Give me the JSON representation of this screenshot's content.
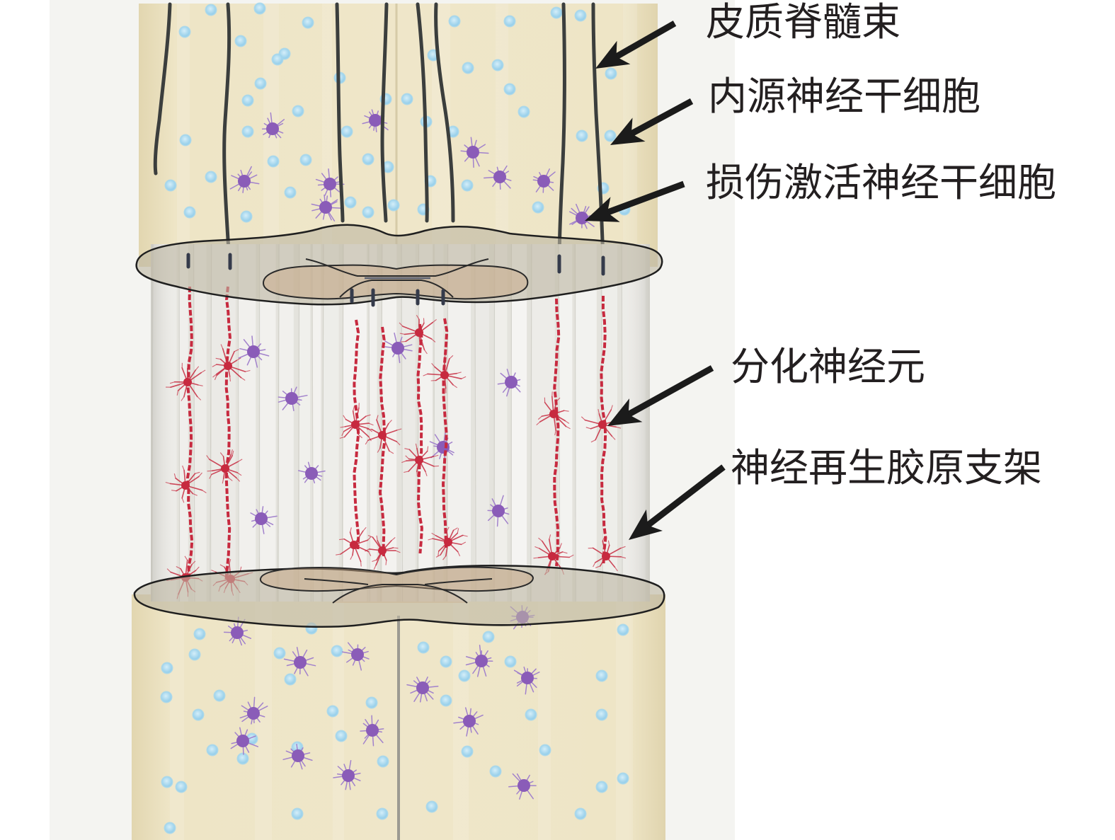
{
  "labels": {
    "corticospinal_tract": "皮质脊髓束",
    "endogenous_nsc": "内源神经干细胞",
    "activated_nsc": "损伤激活神经干细胞",
    "differentiated_neurons": "分化神经元",
    "collagen_scaffold": "神经再生胶原支架"
  },
  "colors": {
    "cord": "#ede3c3",
    "fiber": "#3b3e3d",
    "stem_cell": "#a3d6ee",
    "activated_cell": "#8a5cb8",
    "activated_process": "#a282cc",
    "neuron": "#c72a3f",
    "arrow": "#1b1b1b"
  }
}
